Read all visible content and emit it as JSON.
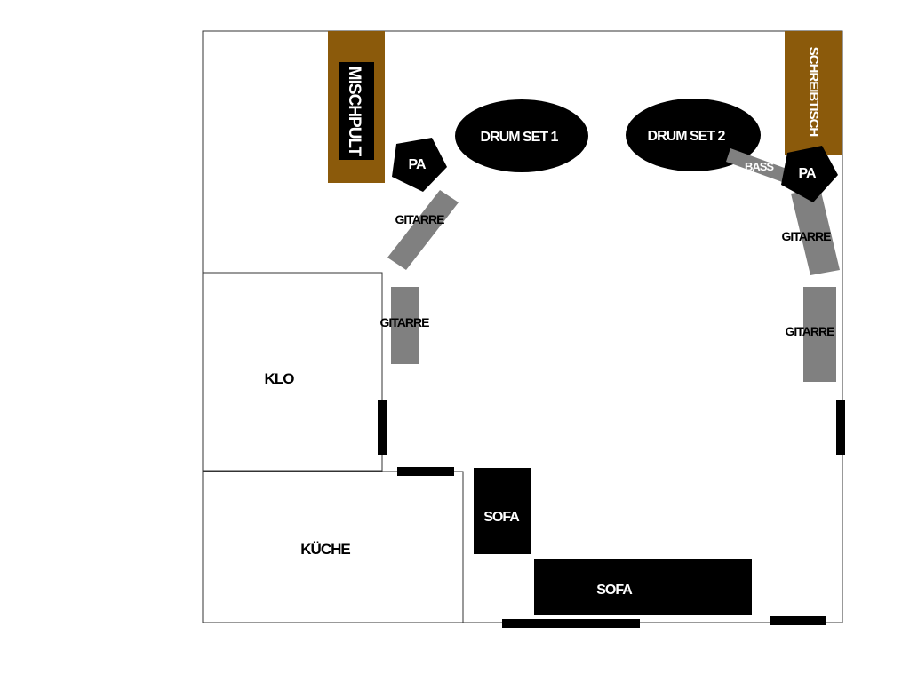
{
  "labels": {
    "mischpult": "MISCHPULT",
    "schreibtisch": "SCHREIBTISCH",
    "drum1": "DRUM SET 1",
    "drum2": "DRUM SET 2",
    "pa_left": "PA",
    "pa_right": "PA",
    "bass": "BASS",
    "gitarre_left_diag": "GITARRE",
    "gitarre_left_vert": "GITARRE",
    "gitarre_right_diag": "GITARRE",
    "gitarre_right_vert": "GITARRE",
    "klo": "KLO",
    "kueche": "KÜCHE",
    "sofa_small": "SOFA",
    "sofa_large": "SOFA"
  },
  "colors": {
    "furniture_brown": "#8B5A0B",
    "instrument_gray": "#808080",
    "black": "#000000",
    "wall": "#333333",
    "label_light": "#ffffff",
    "label_dark": "#000000"
  }
}
